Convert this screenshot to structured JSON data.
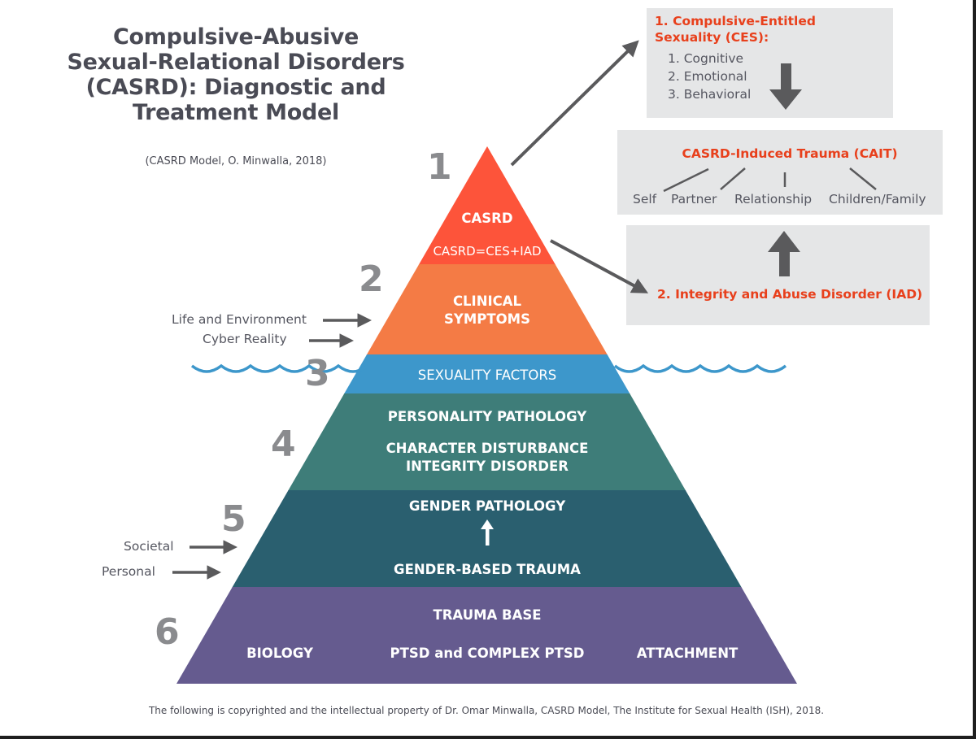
{
  "title": {
    "lines": [
      "Compulsive-Abusive",
      "Sexual-Relational Disorders",
      "(CASRD): Diagnostic and",
      "Treatment Model"
    ],
    "subtitle": "(CASRD Model, O. Minwalla, 2018)"
  },
  "colors": {
    "layer1": "#fd543a",
    "layer2": "#f47b45",
    "layer3": "#3d97cb",
    "layer4": "#3e7d79",
    "layer5": "#2a5f6f",
    "layer6": "#655b8f",
    "accent_red": "#e8401c",
    "arrow_gray": "#5a5a5c",
    "box_gray": "#e5e6e7",
    "wave_blue": "#3d97cb"
  },
  "pyramid": {
    "layers": [
      {
        "number": "1",
        "lines": [
          "CASRD",
          "CASRD=CES+IAD"
        ]
      },
      {
        "number": "2",
        "lines": [
          "CLINICAL",
          "SYMPTOMS"
        ]
      },
      {
        "number": "3",
        "lines": [
          "SEXUALITY FACTORS"
        ]
      },
      {
        "number": "4",
        "lines": [
          "PERSONALITY PATHOLOGY",
          "CHARACTER DISTURBANCE",
          "INTEGRITY DISORDER"
        ]
      },
      {
        "number": "5",
        "lines": [
          "GENDER PATHOLOGY",
          "GENDER-BASED TRAUMA"
        ]
      },
      {
        "number": "6",
        "lines": [
          "TRAUMA BASE",
          "BIOLOGY",
          "PTSD and COMPLEX PTSD",
          "ATTACHMENT"
        ]
      }
    ]
  },
  "side_inputs": {
    "layer2": [
      "Life and Environment",
      "Cyber Reality"
    ],
    "layer5": [
      "Societal",
      "Personal"
    ]
  },
  "ces_box": {
    "title_lines": [
      "1. Compulsive-Entitled",
      "Sexuality (CES):"
    ],
    "items": [
      "1. Cognitive",
      "2. Emotional",
      "3. Behavioral"
    ]
  },
  "cait_box": {
    "title": "CASRD-Induced Trauma (CAIT)",
    "items": [
      "Self",
      "Partner",
      "Relationship",
      "Children/Family"
    ]
  },
  "iad_box": {
    "title": "2. Integrity and Abuse Disorder (IAD)"
  },
  "footer": "The following is copyrighted and the intellectual property of Dr. Omar Minwalla, CASRD Model, The Institute for Sexual Health (ISH), 2018."
}
